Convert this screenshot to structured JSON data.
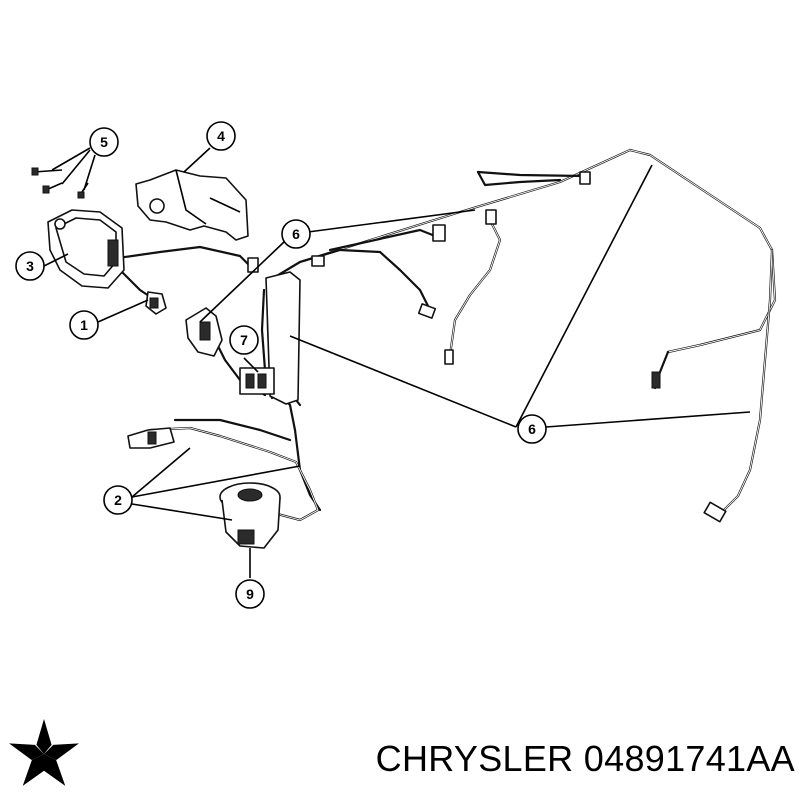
{
  "callouts": [
    {
      "id": "1",
      "label": "1"
    },
    {
      "id": "2",
      "label": "2"
    },
    {
      "id": "3",
      "label": "3"
    },
    {
      "id": "4",
      "label": "4"
    },
    {
      "id": "5",
      "label": "5"
    },
    {
      "id": "6a",
      "label": "6"
    },
    {
      "id": "6b",
      "label": "6"
    },
    {
      "id": "7",
      "label": "7"
    },
    {
      "id": "9",
      "label": "9"
    }
  ],
  "caption": {
    "brand": "CHRYSLER",
    "part_number": "04891741AA"
  },
  "logo": {
    "icon": "pentastar-icon",
    "color": "#000000"
  }
}
